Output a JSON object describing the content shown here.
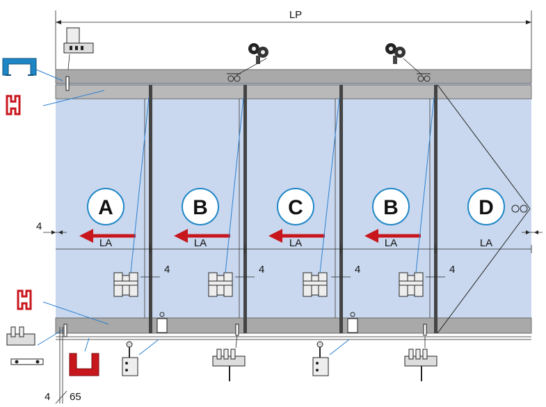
{
  "dimensions": {
    "overall_width": "LP",
    "leaf_width": "LA",
    "gap_left": "4",
    "gap_between": "4",
    "bottom_gap": "4",
    "bottom_offset": "65"
  },
  "panels": [
    {
      "letter": "A",
      "width_label": "LA",
      "gap_label": "4",
      "has_arrow": true
    },
    {
      "letter": "B",
      "width_label": "LA",
      "gap_label": "4",
      "has_arrow": true
    },
    {
      "letter": "C",
      "width_label": "LA",
      "gap_label": "4",
      "has_arrow": true
    },
    {
      "letter": "B",
      "width_label": "LA",
      "gap_label": "4",
      "has_arrow": true
    },
    {
      "letter": "D",
      "width_label": "LA",
      "gap_label": "",
      "has_arrow": false
    }
  ],
  "colors": {
    "glass": "#c9d8ee",
    "rail": "#a9a9a9",
    "arrow": "#c8161d",
    "leader": "#2a7fd0",
    "top_profile": "#1f86c6",
    "bottom_profile": "#c8161d",
    "circle_border": "#1f86c6"
  }
}
